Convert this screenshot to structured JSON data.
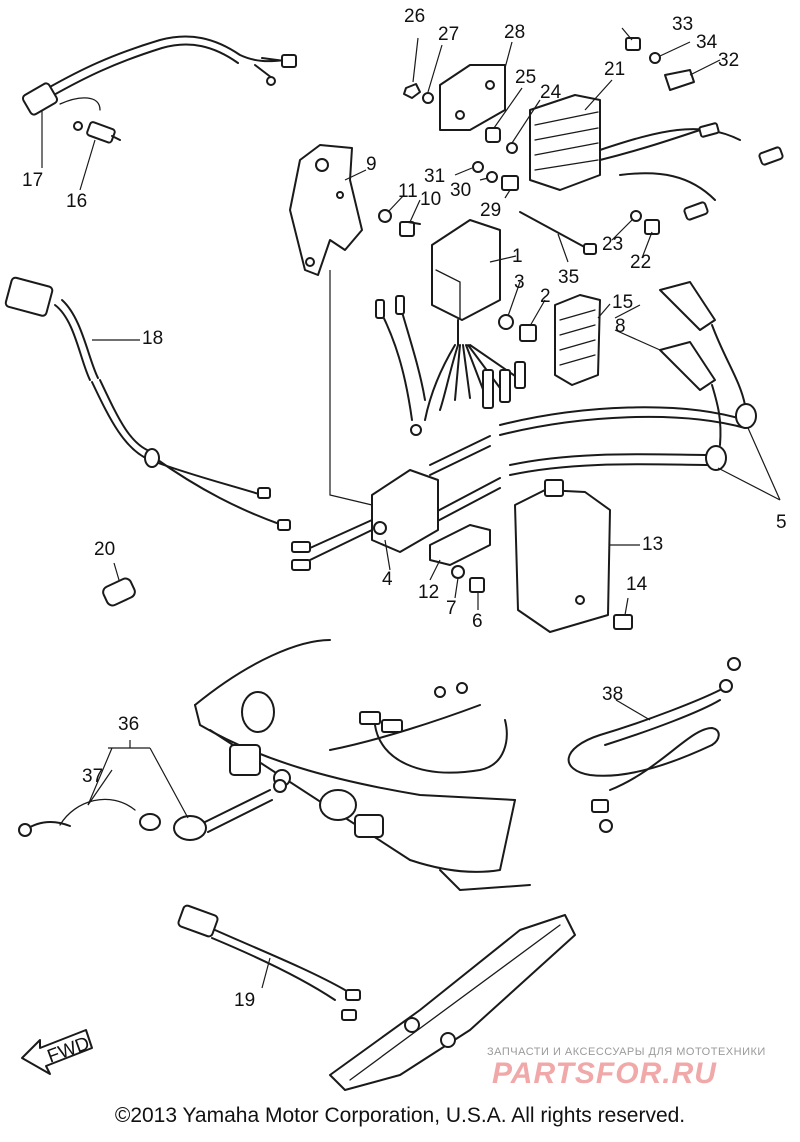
{
  "callouts": [
    {
      "id": "c1",
      "text": "1"
    },
    {
      "id": "c2",
      "text": "2"
    },
    {
      "id": "c3",
      "text": "3"
    },
    {
      "id": "c4",
      "text": "4"
    },
    {
      "id": "c5",
      "text": "5"
    },
    {
      "id": "c6",
      "text": "6"
    },
    {
      "id": "c7",
      "text": "7"
    },
    {
      "id": "c8",
      "text": "8"
    },
    {
      "id": "c9",
      "text": "9"
    },
    {
      "id": "c10",
      "text": "10"
    },
    {
      "id": "c11",
      "text": "11"
    },
    {
      "id": "c12",
      "text": "12"
    },
    {
      "id": "c13",
      "text": "13"
    },
    {
      "id": "c14",
      "text": "14"
    },
    {
      "id": "c15",
      "text": "15"
    },
    {
      "id": "c16",
      "text": "16"
    },
    {
      "id": "c17",
      "text": "17"
    },
    {
      "id": "c18",
      "text": "18"
    },
    {
      "id": "c19",
      "text": "19"
    },
    {
      "id": "c20",
      "text": "20"
    },
    {
      "id": "c21",
      "text": "21"
    },
    {
      "id": "c22",
      "text": "22"
    },
    {
      "id": "c23",
      "text": "23"
    },
    {
      "id": "c24",
      "text": "24"
    },
    {
      "id": "c25",
      "text": "25"
    },
    {
      "id": "c26",
      "text": "26"
    },
    {
      "id": "c27",
      "text": "27"
    },
    {
      "id": "c28",
      "text": "28"
    },
    {
      "id": "c29",
      "text": "29"
    },
    {
      "id": "c30",
      "text": "30"
    },
    {
      "id": "c31",
      "text": "31"
    },
    {
      "id": "c32",
      "text": "32"
    },
    {
      "id": "c33",
      "text": "33"
    },
    {
      "id": "c34",
      "text": "34"
    },
    {
      "id": "c35",
      "text": "35"
    },
    {
      "id": "c36",
      "text": "36"
    },
    {
      "id": "c37",
      "text": "37"
    },
    {
      "id": "c38",
      "text": "38"
    }
  ],
  "fwd_label": "FWD",
  "watermark": {
    "tagline": "ЗАПЧАСТИ И АКСЕССУАРЫ ДЛЯ МОТОТЕХНИКИ",
    "logo": "PARTSFOR.RU"
  },
  "copyright": "©2013 Yamaha Motor Corporation, U.S.A. All rights reserved."
}
